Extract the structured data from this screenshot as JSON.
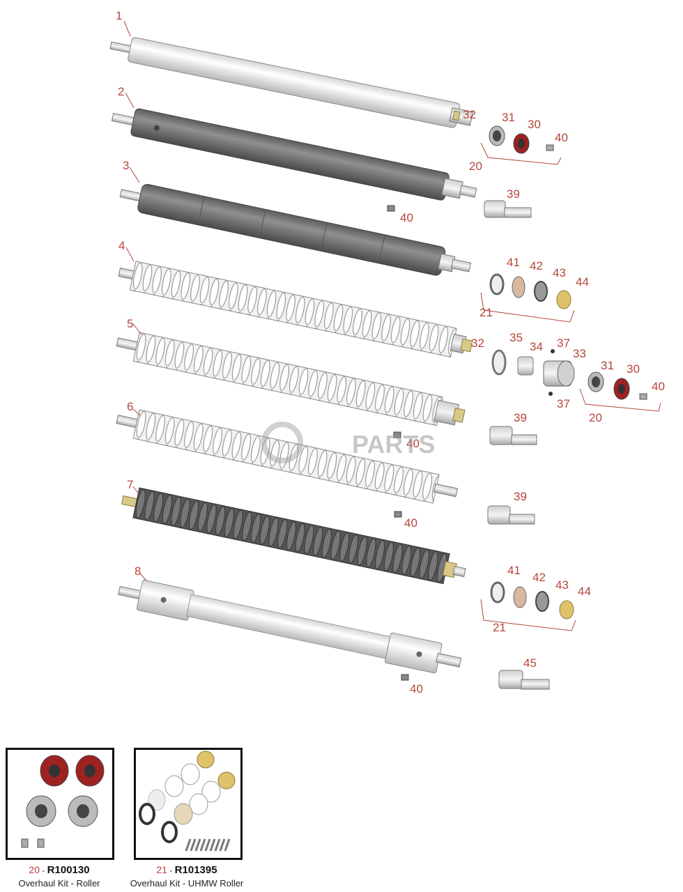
{
  "watermark": "PARTS",
  "callouts": {
    "c1": "1",
    "c2": "2",
    "c3": "3",
    "c4": "4",
    "c5": "5",
    "c6": "6",
    "c7": "7",
    "c8": "8",
    "c32a": "32",
    "c31a": "31",
    "c30a": "30",
    "c40a": "40",
    "c20a": "20",
    "c39a": "39",
    "c40b": "40",
    "c41a": "41",
    "c42a": "42",
    "c43a": "43",
    "c44a": "44",
    "c21a": "21",
    "c32b": "32",
    "c35": "35",
    "c34": "34",
    "c37a": "37",
    "c37b": "37",
    "c33": "33",
    "c31b": "31",
    "c30b": "30",
    "c40c": "40",
    "c20b": "20",
    "c39b": "39",
    "c40d": "40",
    "c39c": "39",
    "c40e": "40",
    "c41b": "41",
    "c42b": "42",
    "c43b": "43",
    "c44b": "44",
    "c21b": "21",
    "c45": "45",
    "c40f": "40"
  },
  "kits": [
    {
      "number": "20",
      "code": "R100130",
      "description": "Overhaul Kit - Roller"
    },
    {
      "number": "21",
      "code": "R101395",
      "description": "Overhaul Kit - UHMW Roller"
    }
  ],
  "colors": {
    "callout": "#b5453a",
    "red_seal": "#9e2222",
    "brass": "#d8c98a",
    "grey_roller": "#7a7a7a"
  }
}
